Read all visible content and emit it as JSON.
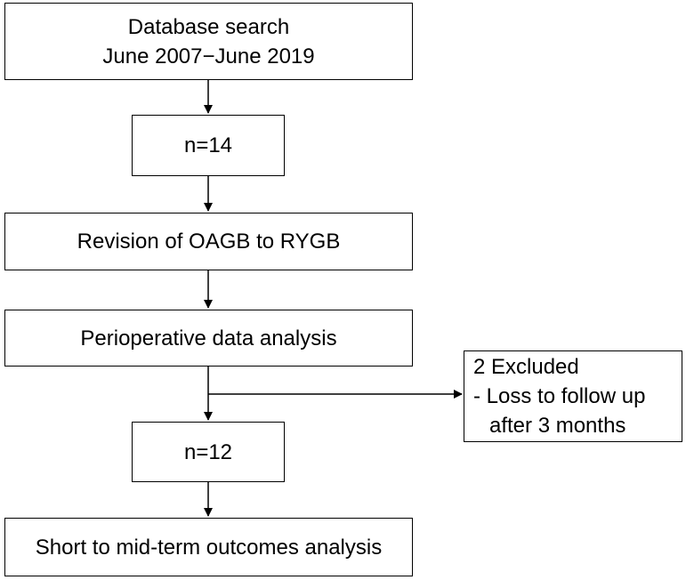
{
  "boxes": {
    "database_search": {
      "line1": "Database search",
      "line2": "June 2007−June 2019"
    },
    "count_initial": "n=14",
    "revision": "Revision of OAGB to RYGB",
    "perioperative": "Perioperative data analysis",
    "excluded": {
      "line1": "2 Excluded",
      "line2": "- Loss to follow up",
      "line3": "after 3 months"
    },
    "count_final": "n=12",
    "outcomes": "Short to mid-term outcomes analysis"
  }
}
